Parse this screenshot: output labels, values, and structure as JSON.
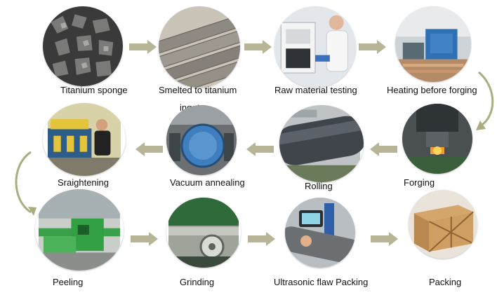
{
  "steps": [
    {
      "id": "titanium-sponge",
      "label": "Titanium sponge"
    },
    {
      "id": "smelted",
      "label": "Smelted to titanium",
      "label2": "ingot"
    },
    {
      "id": "raw-material-testing",
      "label": "Raw material testing"
    },
    {
      "id": "heating",
      "label": "Heating before forging"
    },
    {
      "id": "forging",
      "label": "Forging"
    },
    {
      "id": "rolling",
      "label": "Rolling"
    },
    {
      "id": "vacuum-annealing",
      "label": "Vacuum annealing"
    },
    {
      "id": "straightening",
      "label": "Sraightening"
    },
    {
      "id": "peeling",
      "label": "Peeling"
    },
    {
      "id": "grinding",
      "label": "Grinding"
    },
    {
      "id": "ultrasonic",
      "label": "Ultrasonic flaw Packing"
    },
    {
      "id": "packing",
      "label": "Packing"
    }
  ],
  "colors": {
    "arrow": "#b7b596",
    "curve": "#a9ad7f",
    "label": "#111111"
  },
  "icons": [
    "arrow-right-icon",
    "arrow-left-icon",
    "curved-arrow-down-icon"
  ]
}
